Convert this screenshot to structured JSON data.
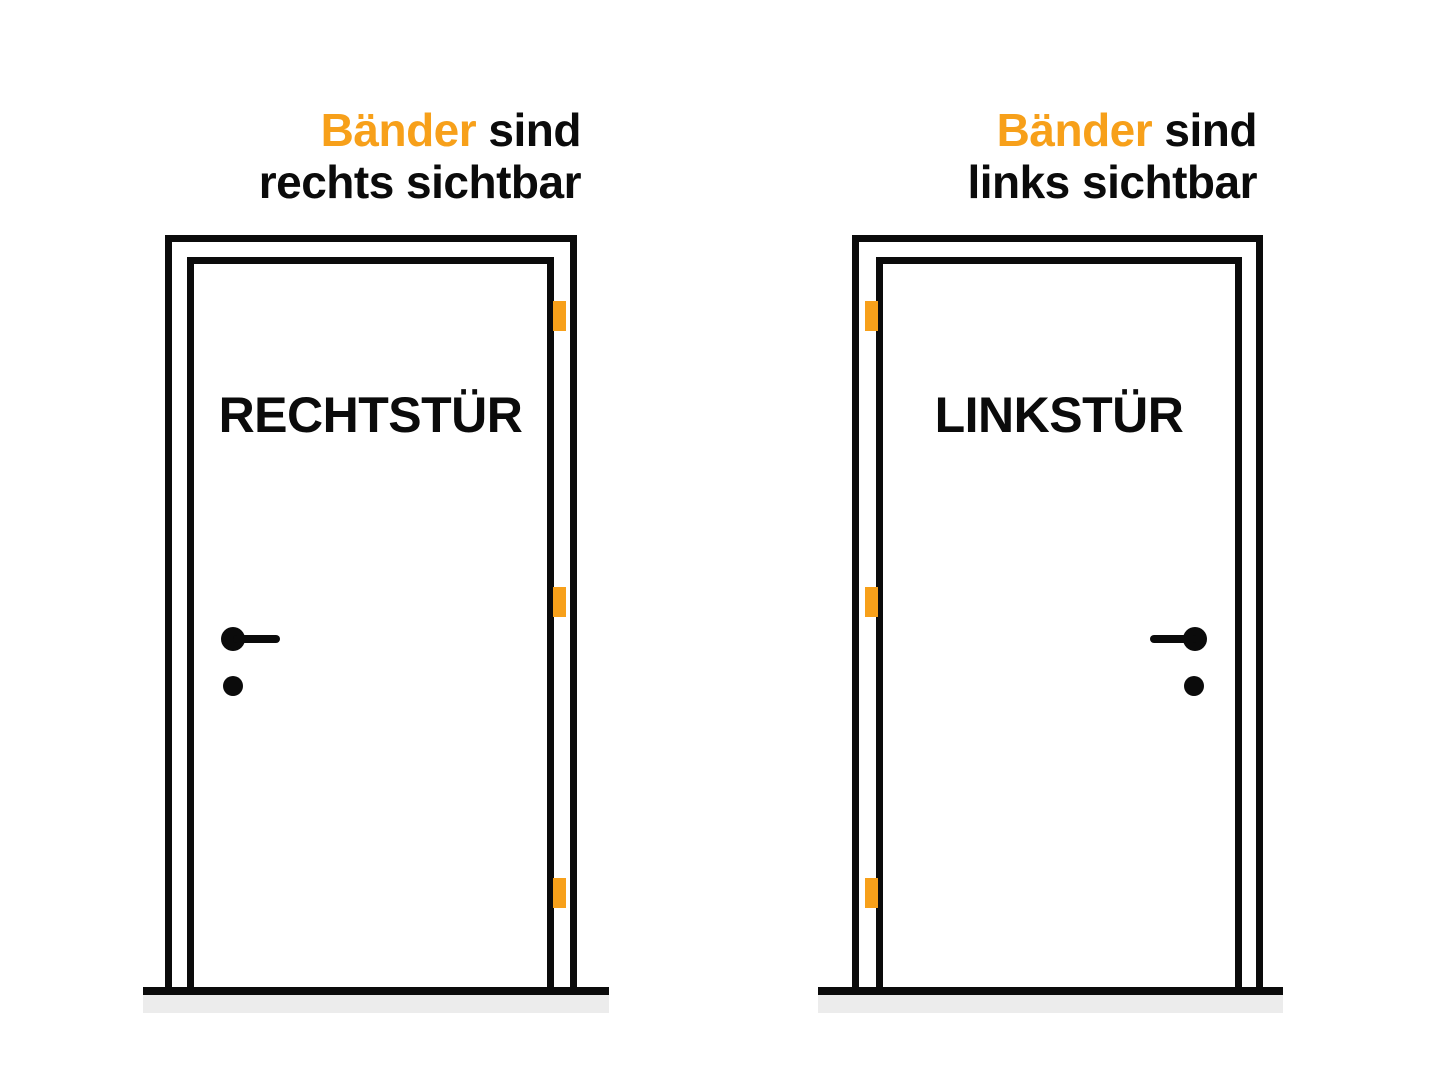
{
  "colors": {
    "accent_orange": "#F7A01A",
    "ink_black": "#0B0B0B",
    "floor_gray": "#ECECEC"
  },
  "panels": [
    {
      "title": {
        "accent": "Bänder",
        "line1_rest": " sind",
        "line2": "rechts sichtbar"
      },
      "door_label": "RECHTSTÜR",
      "hinge_side": "right",
      "handle_side": "left",
      "hinge_count": 3
    },
    {
      "title": {
        "accent": "Bänder",
        "line1_rest": " sind",
        "line2": "links sichtbar"
      },
      "door_label": "LINKSTÜR",
      "hinge_side": "left",
      "handle_side": "right",
      "hinge_count": 3
    }
  ]
}
